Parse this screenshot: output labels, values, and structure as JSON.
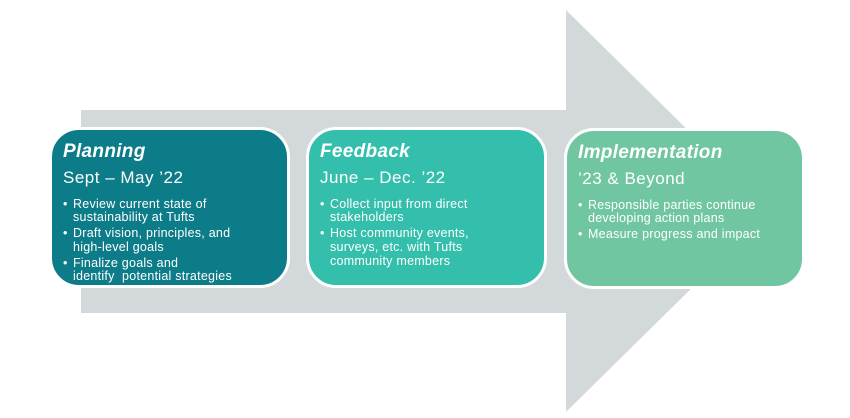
{
  "diagram": {
    "arrow_color": "#d3d8da",
    "text_color": "#ffffff",
    "stages": [
      {
        "title": "Planning",
        "period": "Sept – May ’22",
        "color": "#0d7c89",
        "bullets": [
          "Review current state of\nsustainability at Tufts",
          "Draft vision, principles, and\nhigh-level goals",
          "Finalize goals and\nidentify  potential strategies"
        ]
      },
      {
        "title": "Feedback",
        "period": "June – Dec. ’22",
        "color": "#33bfab",
        "bullets": [
          "Collect input from direct\nstakeholders",
          "Host community events,\nsurveys, etc. with Tufts\ncommunity members"
        ]
      },
      {
        "title": "Implementation",
        "period": "’23 & Beyond",
        "color": "#71c6a2",
        "bullets": [
          "Responsible parties continue\ndeveloping action plans",
          "Measure progress and impact"
        ]
      }
    ]
  }
}
